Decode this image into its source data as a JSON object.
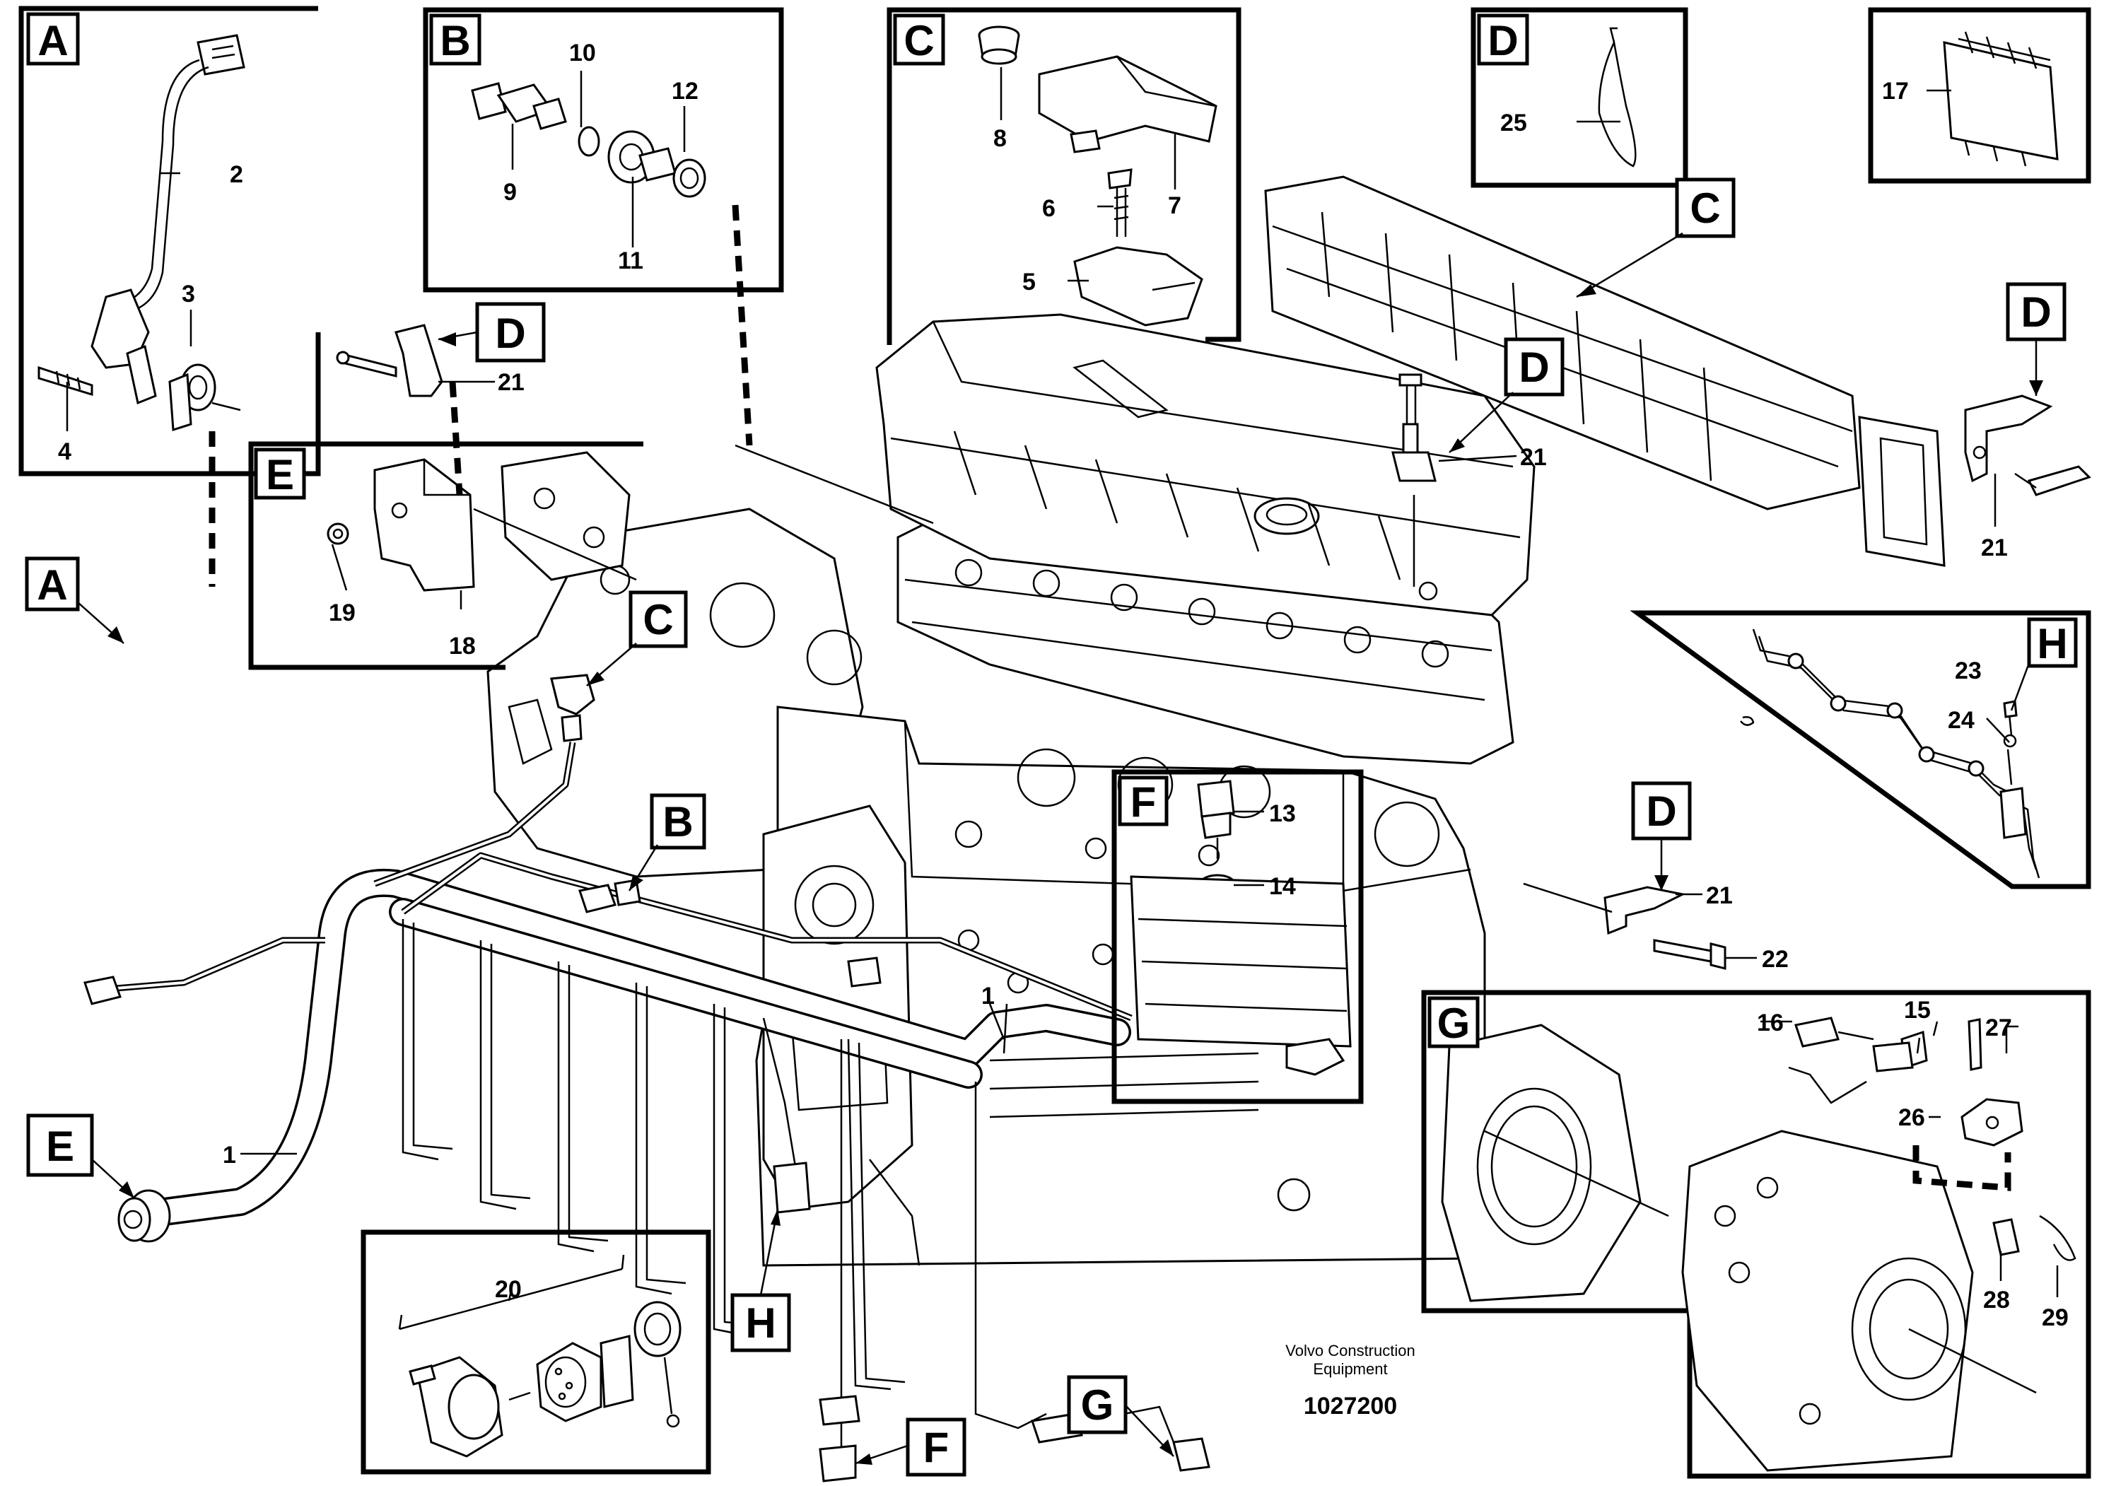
{
  "title_block": {
    "manufacturer": "Volvo Construction Equipment",
    "manufacturer_line1": "Volvo Construction",
    "manufacturer_line2": "Equipment",
    "drawing_number": "1027200"
  },
  "detail_views": {
    "A": "A",
    "B": "B",
    "C": "C",
    "D": "D",
    "E": "E",
    "F": "F",
    "G": "G",
    "H": "H"
  },
  "parts": {
    "p1": "1",
    "p2": "2",
    "p3": "3",
    "p4": "4",
    "p5": "5",
    "p6": "6",
    "p7": "7",
    "p8": "8",
    "p9": "9",
    "p10": "10",
    "p11": "11",
    "p12": "12",
    "p13": "13",
    "p14": "14",
    "p15": "15",
    "p16": "16",
    "p17": "17",
    "p18": "18",
    "p19": "19",
    "p20": "20",
    "p21": "21",
    "p22": "22",
    "p23": "23",
    "p24": "24",
    "p25": "25",
    "p26": "26",
    "p27": "27",
    "p28": "28",
    "p29": "29"
  }
}
